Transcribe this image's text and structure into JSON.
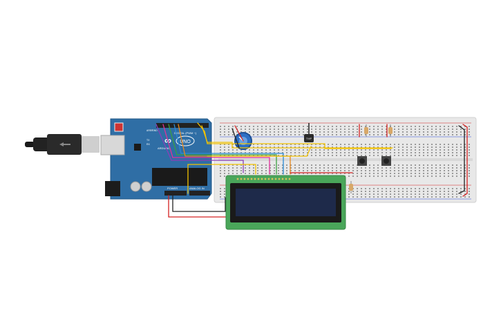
{
  "board": {
    "logo_text": "UNO",
    "brand_text": "ARDUINO",
    "digital_label": "DIGITAL (PWM ~)",
    "power_label": "POWER",
    "analog_label": "ANALOG IN",
    "aref_label": "AREF",
    "gnd_label": "GND",
    "tx_label": "TX",
    "rx_label": "RX",
    "color": "#2f6ea5"
  },
  "sensor": {
    "label": "TMP"
  },
  "colors": {
    "wire_yellow": "#f2c200",
    "wire_red": "#d42020",
    "wire_black": "#222222",
    "wire_blue": "#2a8ad6",
    "wire_purple": "#8a3fb8",
    "wire_green": "#3aa040",
    "wire_orange": "#e8871a",
    "wire_pink": "#e0309a",
    "lcd_pcb": "#4aa65a",
    "lcd_screen": "#1e2a4a",
    "breadboard": "#e8e8e8",
    "pot": "#2d6fc4"
  }
}
